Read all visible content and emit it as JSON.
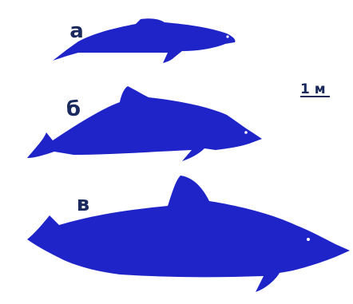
{
  "figure": {
    "colors": {
      "silhouette": "#1f24c8",
      "text": "#1b2a5e",
      "eye": "#ffffff",
      "background": "#ffffff"
    },
    "scale_bar": {
      "label": "1 м"
    },
    "animals": [
      {
        "label": "а",
        "icon": "small-dolphin-silhouette"
      },
      {
        "label": "б",
        "icon": "medium-dolphin-silhouette"
      },
      {
        "label": "в",
        "icon": "large-dolphin-silhouette"
      }
    ]
  }
}
